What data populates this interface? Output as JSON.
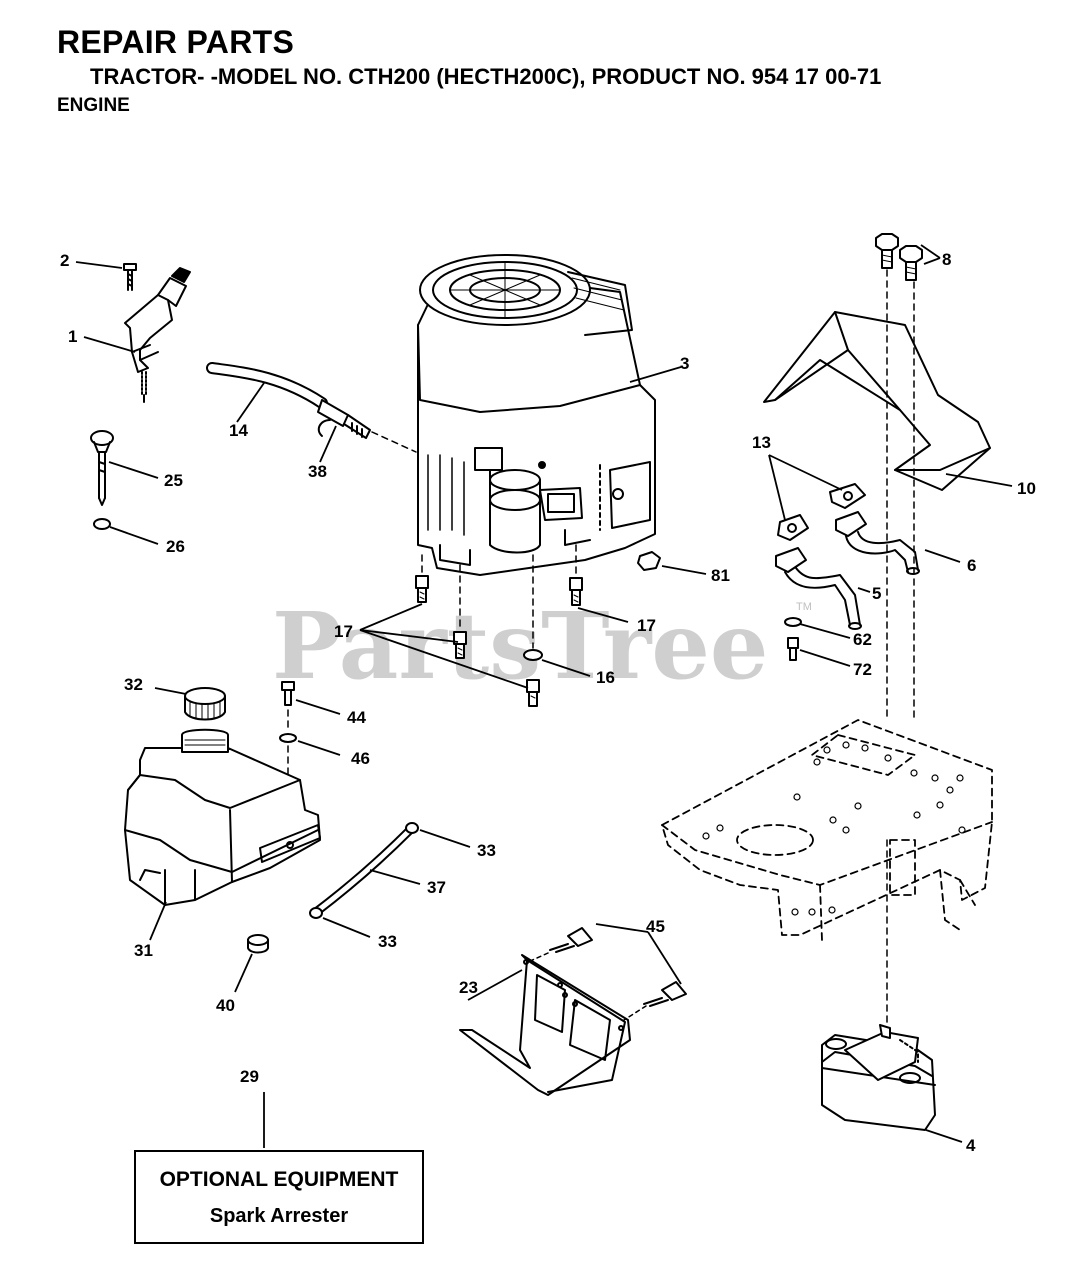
{
  "header": {
    "title": "REPAIR PARTS",
    "subtitle": "TRACTOR- -MODEL NO. CTH200 (HECTH200C), PRODUCT NO. 954 17 00-71",
    "section": "ENGINE"
  },
  "watermark": {
    "text": "PartsTree",
    "mark": "TM"
  },
  "callouts": {
    "c1": "1",
    "c2": "2",
    "c3": "3",
    "c4": "4",
    "c5": "5",
    "c6": "6",
    "c8": "8",
    "c10": "10",
    "c13": "13",
    "c14": "14",
    "c16": "16",
    "c17a": "17",
    "c17b": "17",
    "c23": "23",
    "c25": "25",
    "c26": "26",
    "c29": "29",
    "c31": "31",
    "c32": "32",
    "c33a": "33",
    "c33b": "33",
    "c37": "37",
    "c38": "38",
    "c40": "40",
    "c44": "44",
    "c45": "45",
    "c46": "46",
    "c62": "62",
    "c72": "72",
    "c81": "81"
  },
  "optional_box": {
    "title": "OPTIONAL EQUIPMENT",
    "subtitle": "Spark Arrester"
  }
}
